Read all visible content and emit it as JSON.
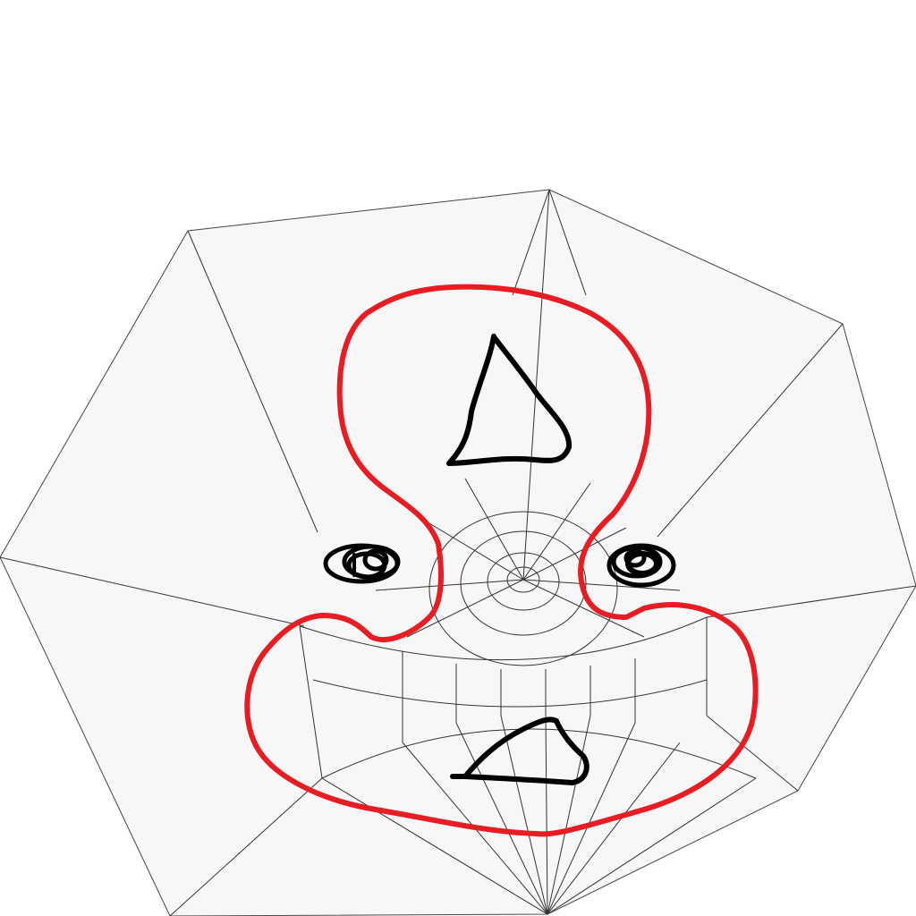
{
  "colors": {
    "background": "#ffffff",
    "mesh_fill": "#f7f7f7",
    "mesh_line": "#333333",
    "outline": "#e81c23",
    "ink": "#000000"
  },
  "canvas": {
    "drawings": [
      {
        "name": "head-outline",
        "kind": "red-freehand-outline"
      },
      {
        "name": "top-triangle",
        "kind": "black-freehand-triangle"
      },
      {
        "name": "left-eye-scribble",
        "kind": "black-scribble"
      },
      {
        "name": "right-eye-scribble",
        "kind": "black-scribble"
      },
      {
        "name": "bottom-triangle",
        "kind": "black-freehand-triangle"
      }
    ]
  }
}
